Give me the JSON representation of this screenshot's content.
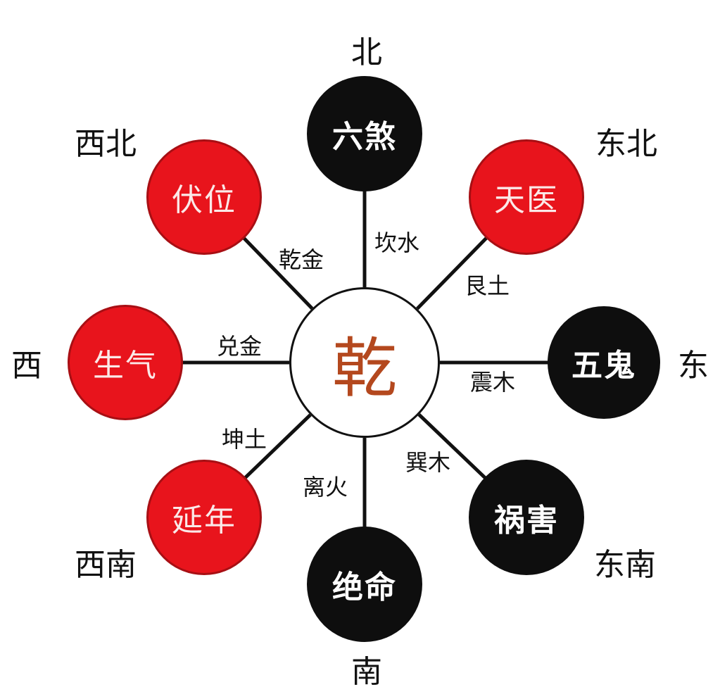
{
  "center": {
    "label": "乾"
  },
  "colors": {
    "favorable": "#e8141c",
    "unfavorable": "#0e0e0e",
    "center_text": "#b4481e"
  },
  "spokes": [
    {
      "direction": "北",
      "star": "六煞",
      "trigram": "坎水",
      "type": "unfavorable"
    },
    {
      "direction": "东北",
      "star": "天医",
      "trigram": "艮土",
      "type": "favorable"
    },
    {
      "direction": "东",
      "star": "五鬼",
      "trigram": "震木",
      "type": "unfavorable"
    },
    {
      "direction": "东南",
      "star": "祸害",
      "trigram": "巽木",
      "type": "unfavorable"
    },
    {
      "direction": "南",
      "star": "绝命",
      "trigram": "离火",
      "type": "unfavorable"
    },
    {
      "direction": "西南",
      "star": "延年",
      "trigram": "坤土",
      "type": "favorable"
    },
    {
      "direction": "西",
      "star": "生气",
      "trigram": "兑金",
      "type": "favorable"
    },
    {
      "direction": "西北",
      "star": "伏位",
      "trigram": "乾金",
      "type": "favorable"
    }
  ]
}
